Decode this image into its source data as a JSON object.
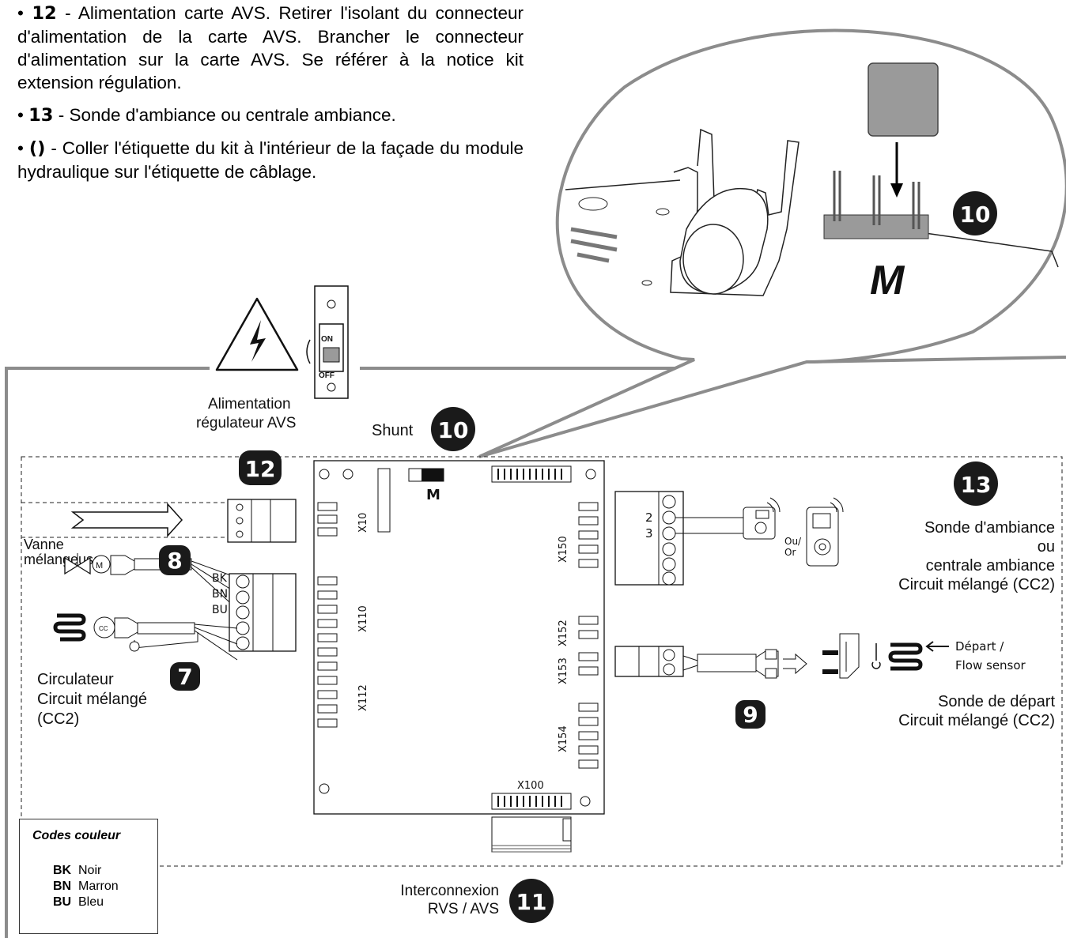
{
  "instructions": [
    {
      "num": "12",
      "text": " - Alimentation carte AVS. Retirer l'isolant du connecteur d'alimentation de la carte AVS. Brancher le connecteur d'alimentation sur la carte AVS. Se référer à la notice kit extension régulation."
    },
    {
      "num": "13",
      "text": " - Sonde d'ambiance ou centrale ambiance."
    },
    {
      "num": "()",
      "text": " - Coller l'étiquette du kit à l'intérieur de la façade du module hydraulique sur l'étiquette de câblage."
    }
  ],
  "badges": {
    "b10_zoom": "10",
    "b10_shunt": "10",
    "b12": "12",
    "b8": "8",
    "b7": "7",
    "b13": "13",
    "b9": "9",
    "b11": "11"
  },
  "zoom": {
    "m_label": "M"
  },
  "power": {
    "line1": "Alimentation",
    "line2": "régulateur AVS",
    "on": "ON",
    "off": "OFF"
  },
  "shunt_label": "Shunt",
  "board": {
    "m_label": "M",
    "x10": "X10",
    "x110": "X110",
    "x112": "X112",
    "x150": "X150",
    "x152": "X152",
    "x153": "X153",
    "x154": "X154",
    "x100": "X100"
  },
  "vanne": {
    "line1": "Vanne",
    "line2": "mélangeuse"
  },
  "wires": {
    "bk": "BK",
    "bn": "BN",
    "bu": "BU"
  },
  "circulateur": {
    "line1": "Circulateur",
    "line2": "Circuit mélangé",
    "line3": "(CC2)"
  },
  "ambiance": {
    "pin2": "2",
    "pin3": "3",
    "ou": "Ou/",
    "or": "Or",
    "line1": "Sonde d'ambiance",
    "line2": "ou",
    "line3": "centrale ambiance",
    "line4": "Circuit mélangé (CC2)"
  },
  "flow": {
    "line1": "Départ /",
    "line2": "Flow sensor"
  },
  "depart": {
    "line1": "Sonde de départ",
    "line2": "Circuit mélangé (CC2)"
  },
  "interconnexion": {
    "line1": "Interconnexion",
    "line2": "RVS / AVS"
  },
  "legend": {
    "title": "Codes couleur",
    "rows": [
      {
        "code": "BK",
        "name": "Noir"
      },
      {
        "code": "BN",
        "name": "Marron"
      },
      {
        "code": "BU",
        "name": "Bleu"
      }
    ]
  },
  "colors": {
    "outline_gray": "#8c8c8c",
    "badge": "#1a1a1a",
    "part_gray": "#9a9a9a"
  }
}
